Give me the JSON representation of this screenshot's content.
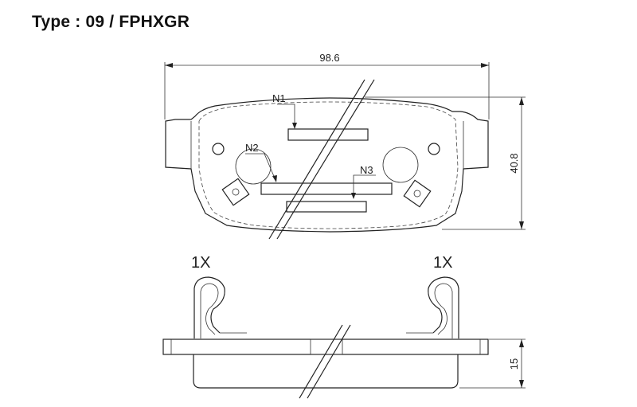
{
  "title": "Type : 09 / FPHXGR",
  "dimensions": {
    "width": "98.6",
    "height": "40.8",
    "thickness": "15"
  },
  "callouts": {
    "n1": "N1",
    "n2": "N2",
    "n3": "N3"
  },
  "clips": {
    "left_qty": "1X",
    "right_qty": "1X"
  }
}
